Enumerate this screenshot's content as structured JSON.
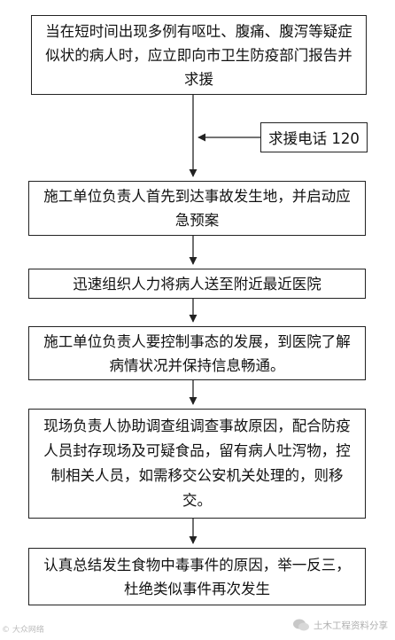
{
  "steps": [
    "当在短时间出现多例有呕吐、腹痛、腹泻等疑症似状的病人时，应立即向市卫生防疫部门报告并求援",
    "施工单位负责人首先到达事故发生地，并启动应急预案",
    "迅速组织人力将病人送至附近最近医院",
    "施工单位负责人要控制事态的发展，到医院了解病情状况并保持信息畅通。",
    "现场负责人协助调查组调查事故原因，配合防疫人员封存现场及可疑食品，留有病人吐泻物，控制相关人员，如需移交公安机关处理的，则移交。",
    "认真总结发生食物中毒事件的原因，举一反三，杜绝类似事件再次发生"
  ],
  "help_box": "求援电话 120",
  "watermark_left": "© 大众网络",
  "watermark_right": "土木工程资料分享",
  "colors": {
    "border": "#222222",
    "arrow": "#222222",
    "watermark": "#b0b0b0"
  }
}
